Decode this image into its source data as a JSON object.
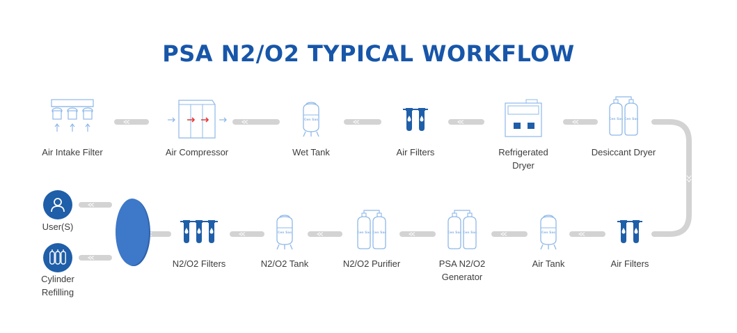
{
  "title": "PSA N2/O2 TYPICAL WORKFLOW",
  "colors": {
    "title": "#1756a9",
    "icon_stroke": "#8eb8e8",
    "icon_dark": "#1f5ea8",
    "accent_red": "#e23b3b",
    "pipe": "#d3d3d3",
    "disk": "#3e78c8"
  },
  "stages_row1": [
    {
      "label": "Air Intake Filter",
      "icon": "air-intake-filter-icon"
    },
    {
      "label": "Air Compressor",
      "icon": "air-compressor-icon"
    },
    {
      "label": "Wet Tank",
      "icon": "wet-tank-icon"
    },
    {
      "label": "Air Filters",
      "icon": "air-filters-icon"
    },
    {
      "label": "Refrigerated Dryer",
      "icon": "refrigerated-dryer-icon"
    },
    {
      "label": "Desiccant Dryer",
      "icon": "desiccant-dryer-icon"
    }
  ],
  "stages_row2": [
    {
      "label": "Air Filters",
      "icon": "air-filters-icon"
    },
    {
      "label": "Air Tank",
      "icon": "air-tank-icon"
    },
    {
      "label": "PSA N2/O2 Generator",
      "icon": "psa-generator-icon"
    },
    {
      "label": "N2/O2 Purifier",
      "icon": "purifier-icon"
    },
    {
      "label": "N2/O2 Tank",
      "icon": "n2o2-tank-icon"
    },
    {
      "label": "N2/O2 Filters",
      "icon": "n2o2-filters-icon"
    }
  ],
  "outputs": [
    {
      "label": "User(S)",
      "icon": "user-icon"
    },
    {
      "label": "Cylinder Refilling",
      "icon": "cylinder-icon"
    }
  ],
  "tank_text": "Cen Sas"
}
